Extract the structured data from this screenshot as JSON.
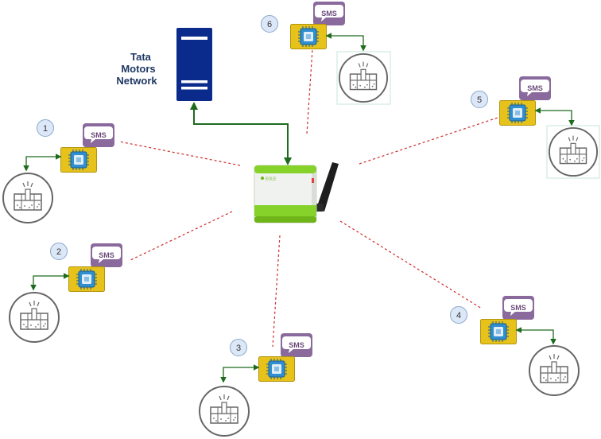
{
  "network": {
    "title_lines": [
      "Tata",
      "Motors",
      "Network"
    ],
    "server_icon": "server-tower-icon"
  },
  "gateway": {
    "icon": "wireless-gateway-router-icon",
    "brand": "EOLE"
  },
  "sms_label": "SMS",
  "nodes": [
    {
      "id": "1",
      "sms_icon": "sms-speech-bubble-icon",
      "device_icon": "chip-module-icon",
      "tank_icon": "water-tank-icon"
    },
    {
      "id": "2",
      "sms_icon": "sms-speech-bubble-icon",
      "device_icon": "chip-module-icon",
      "tank_icon": "water-tank-icon"
    },
    {
      "id": "3",
      "sms_icon": "sms-speech-bubble-icon",
      "device_icon": "chip-module-icon",
      "tank_icon": "water-tank-icon"
    },
    {
      "id": "4",
      "sms_icon": "sms-speech-bubble-icon",
      "device_icon": "chip-module-icon",
      "tank_icon": "water-tank-icon"
    },
    {
      "id": "5",
      "sms_icon": "sms-speech-bubble-icon",
      "device_icon": "chip-module-icon",
      "tank_icon": "water-tank-icon"
    },
    {
      "id": "6",
      "sms_icon": "sms-speech-bubble-icon",
      "device_icon": "chip-module-icon",
      "tank_icon": "water-tank-icon"
    }
  ],
  "colors": {
    "link_dashed": "#cc2b2b",
    "link_solid": "#1e6b1e",
    "device_fill": "#e6c21a",
    "chip_fill": "#2f8fd1",
    "sms_fill": "#8a6a9c",
    "badge_fill": "#dce8f8",
    "server_fill": "#0a2a8c",
    "gateway_green": "#86d22a"
  }
}
